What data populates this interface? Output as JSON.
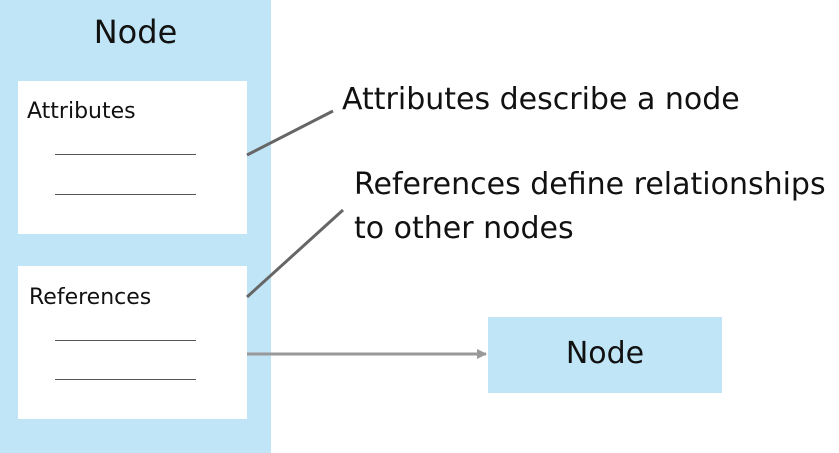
{
  "node": {
    "title": "Node",
    "attributes_label": "Attributes",
    "references_label": "References"
  },
  "target_node": {
    "title": "Node"
  },
  "callouts": {
    "attributes": "Attributes describe a node",
    "references_line1": "References define relationships",
    "references_line2": "to other nodes"
  },
  "colors": {
    "node_fill": "#bfe5f7",
    "inner_fill": "#ffffff",
    "connector": "#666666",
    "arrow": "#999999"
  }
}
